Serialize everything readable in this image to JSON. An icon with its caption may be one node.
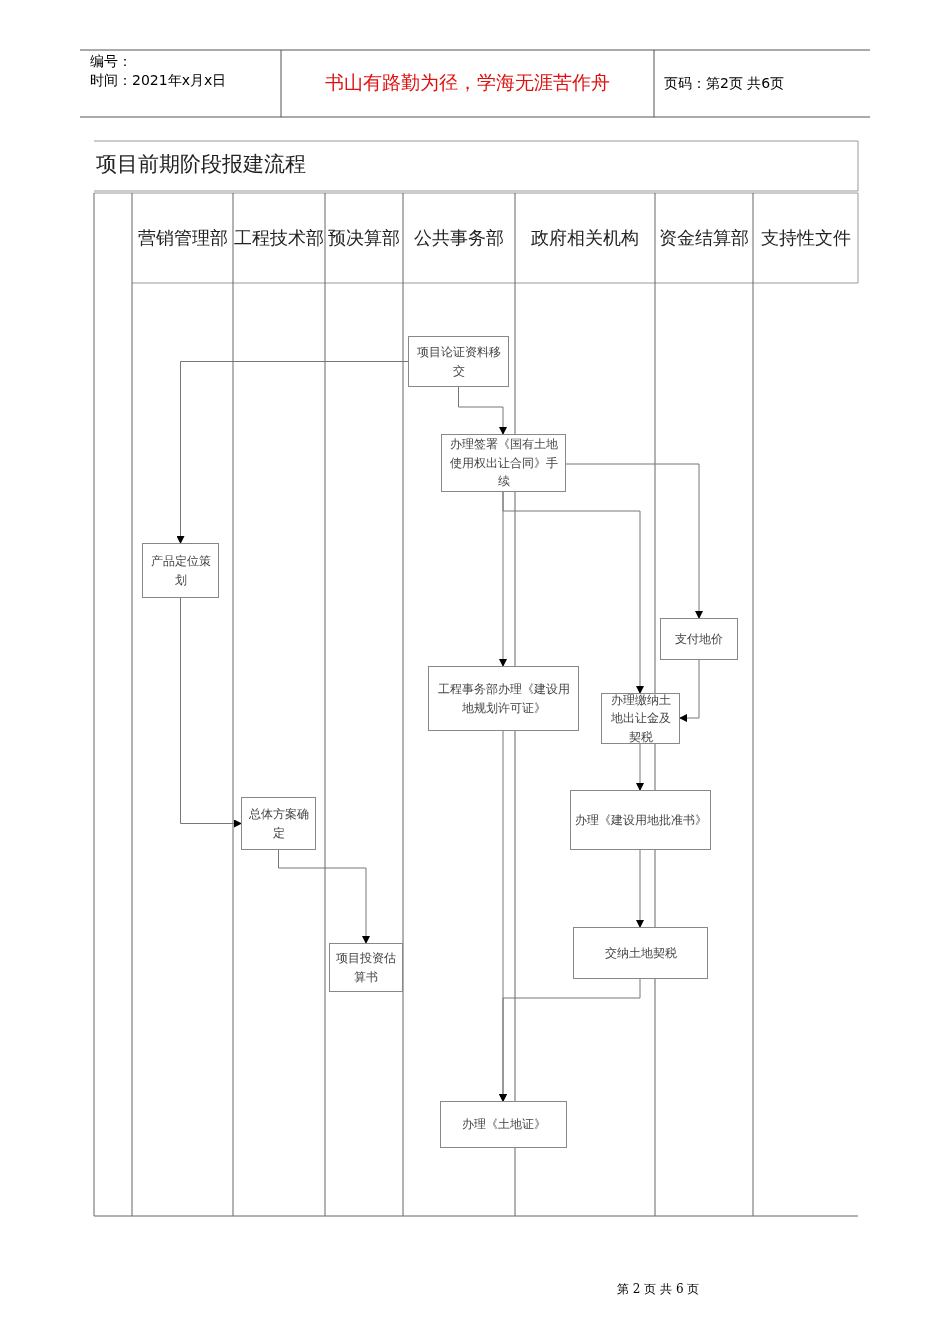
{
  "diagram": {
    "title": "项目前期阶段报建流程",
    "nodes": [
      {
        "text": [
          "项目论证资料移交"
        ]
      },
      {
        "text": [
          "办理签署《国有土地使用权出让合同》手续"
        ]
      },
      {
        "text": [
          "产品定位策划"
        ]
      },
      {
        "text": [
          "支付地价"
        ]
      },
      {
        "text": [
          "工程事务部办理《建设用地规划许可证》"
        ]
      },
      {
        "text": [
          "办理缴纳土地出让金及契税"
        ]
      },
      {
        "text": [
          "总体方案确定"
        ]
      },
      {
        "text": [
          "办理《建设用地批准书》"
        ]
      },
      {
        "text": [
          "项目投资估算书"
        ]
      },
      {
        "text": [
          "交纳土地契税"
        ]
      },
      {
        "text": [
          "办理《土地证》"
        ]
      }
    ],
    "edges": [
      {
        "from": 0,
        "to": 2,
        "arrow": "to"
      },
      {
        "from": 0,
        "to": 1,
        "arrow": "to"
      },
      {
        "from": 1,
        "to": 3,
        "arrow": "to"
      },
      {
        "from": 1,
        "to": 4,
        "arrow": "to"
      },
      {
        "from": 1,
        "to": 5,
        "arrow": "to"
      },
      {
        "from": 3,
        "to": 5,
        "arrow": "to"
      },
      {
        "from": 2,
        "to": 6,
        "arrow": "to"
      },
      {
        "from": 5,
        "to": 7,
        "arrow": "to"
      },
      {
        "from": 6,
        "to": 8,
        "arrow": "to"
      },
      {
        "from": 7,
        "to": 9,
        "arrow": "to"
      },
      {
        "from": 4,
        "to": 10,
        "arrow": "to"
      },
      {
        "from": 9,
        "to": 10,
        "arrow": "to"
      }
    ],
    "labels": [
      "编号：",
      "时间：2021年x月x日",
      "书山有路勤为径，学海无涯苦作舟",
      "页码：第2页 共6页",
      "营销管理部",
      "工程技术部",
      "预决算部",
      "公共事务部",
      "政府相关机构",
      "资金结算部",
      "支持性文件",
      "第 2 页 共 6 页"
    ]
  }
}
